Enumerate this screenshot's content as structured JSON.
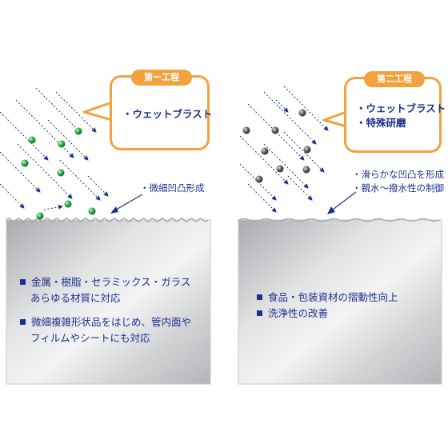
{
  "left_panel": {
    "callout": {
      "tag": "第一工程",
      "items": [
        "・ウェットブラスト"
      ]
    },
    "annotations": [
      "・微細凹凸形成"
    ],
    "features": [
      {
        "line1": "金属・樹脂・セラミックス・ガラス",
        "line2": "あらゆる材質に対応"
      },
      {
        "line1": "微細複雑形状品をはじめ、管内面や",
        "line2": "フィルムやシートにも対応"
      }
    ],
    "particle_color": "#2db34a"
  },
  "right_panel": {
    "callout": {
      "tag": "第二工程",
      "items": [
        "・ウェットブラスト",
        "・特殊研磨"
      ]
    },
    "annotations": [
      "・滑らかな凹凸を形成",
      "・親水〜撥水性の制御"
    ],
    "features": [
      {
        "line1": "食品・包装資材の摺動性向上"
      },
      {
        "line1": "洗浄性の改善"
      }
    ],
    "particle_color": "#555555"
  },
  "colors": {
    "accent": "#f2a23d",
    "text": "#1c2f8c",
    "arrow": "#1c2f8c"
  }
}
